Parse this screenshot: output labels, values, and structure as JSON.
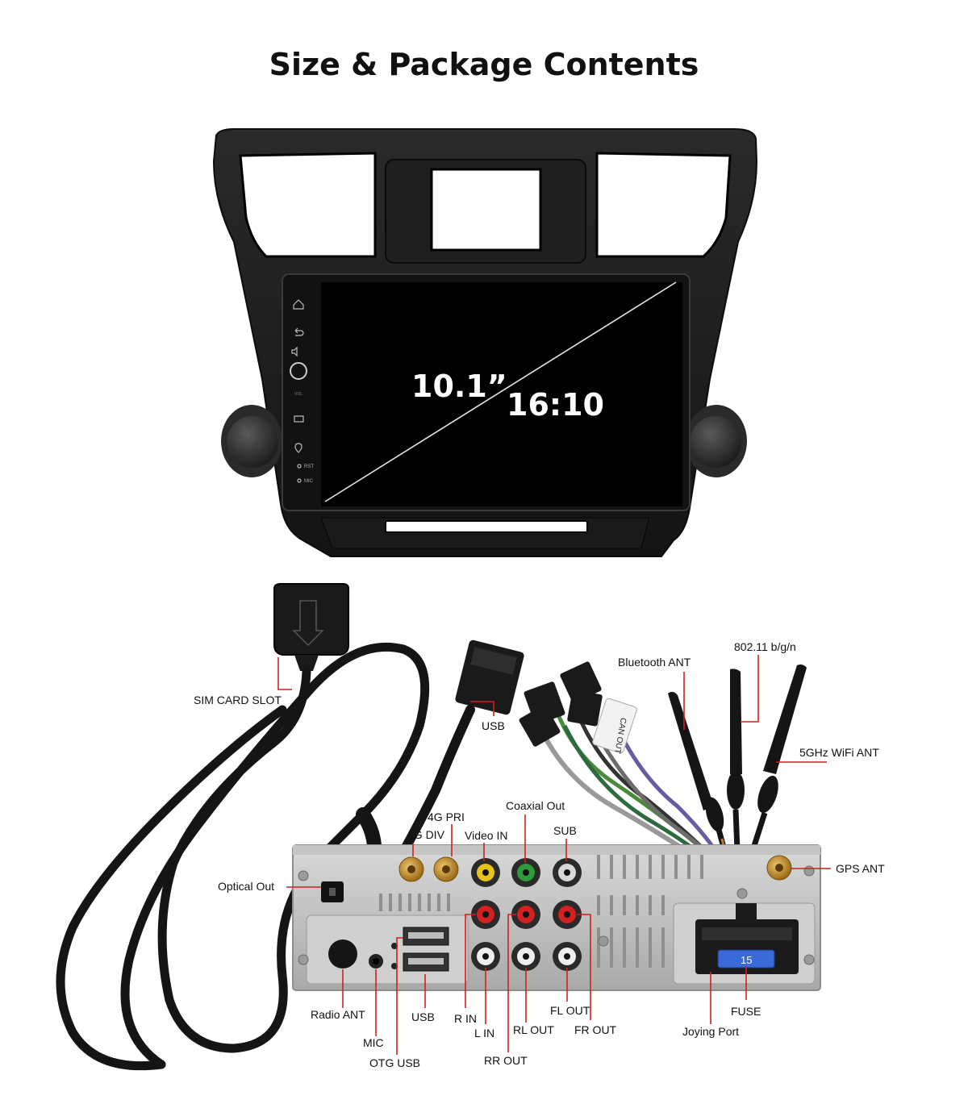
{
  "page": {
    "title": "Size & Package Contents"
  },
  "screen": {
    "size_label": "10.1”",
    "ratio_label": "16:10"
  },
  "side_buttons": {
    "rst": "RST",
    "mic": "MIC",
    "vol": "VOL"
  },
  "board_marks": {
    "can_out": "CAN OUT"
  },
  "fuse_value": "15",
  "callouts": {
    "sim_card_slot": "SIM CARD SLOT",
    "usb_top": "USB",
    "bluetooth_ant": "Bluetooth ANT",
    "wifi_80211": "802.11 b/g/n",
    "wifi_5ghz": "5GHz WiFi ANT",
    "gps_ant": "GPS ANT",
    "four_g_pri": "4G PRI",
    "four_g_div": "4G DIV",
    "coaxial_out": "Coaxial Out",
    "video_in": "Video IN",
    "sub": "SUB",
    "optical_out": "Optical Out",
    "radio_ant": "Radio ANT",
    "mic": "MIC",
    "otg_usb": "OTG USB",
    "usb_bottom": "USB",
    "r_in": "R IN",
    "l_in": "L IN",
    "rr_out": "RR OUT",
    "rl_out": "RL OUT",
    "fl_out": "FL OUT",
    "fr_out": "FR OUT",
    "joying_port": "Joying Port",
    "fuse": "FUSE"
  },
  "colors": {
    "lead_line": "#d21f1f",
    "jack_red": "#d32020",
    "jack_yellow": "#e8c21a",
    "jack_green": "#2f9a3a",
    "gold": "#c8952e"
  }
}
